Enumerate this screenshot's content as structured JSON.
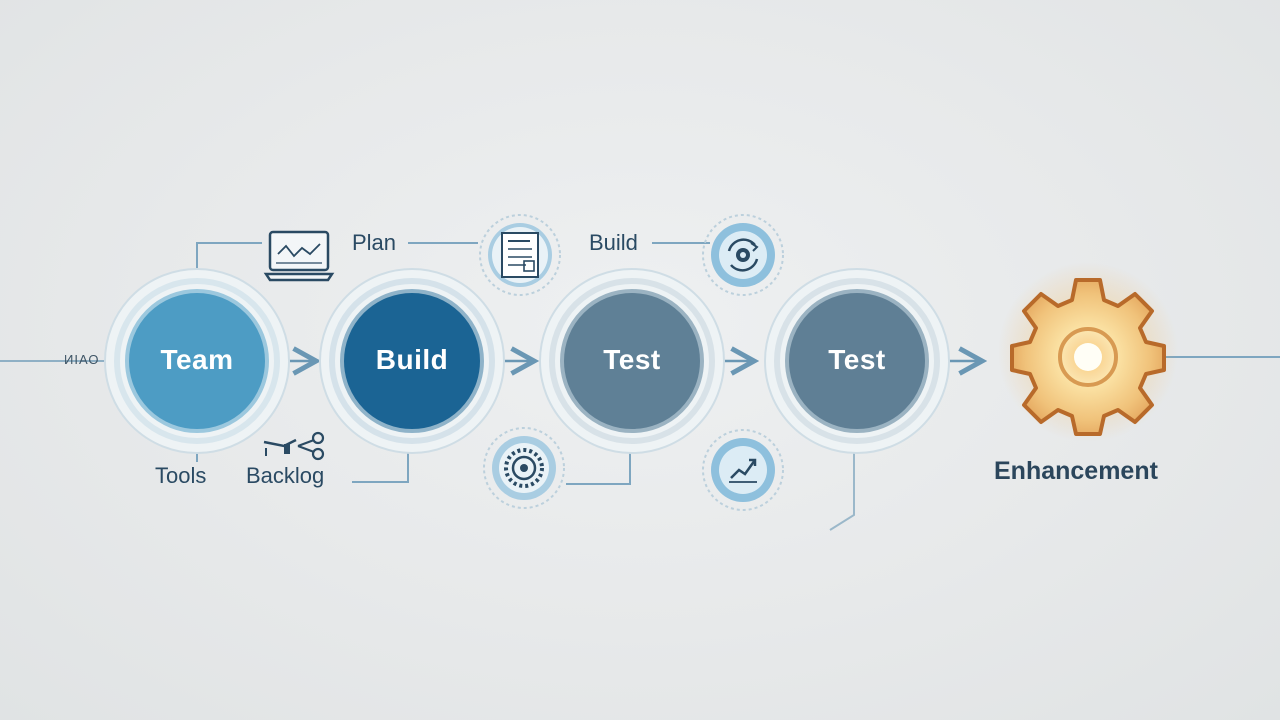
{
  "flow": {
    "start_label": "ИІАО",
    "nodes": [
      {
        "label": "Team",
        "color": "#4d9cc4",
        "ring": "#d9e8ef"
      },
      {
        "label": "Build",
        "color": "#1b6494",
        "ring": "#d5e2ea"
      },
      {
        "label": "Test",
        "color": "#5f8096",
        "ring": "#d8e2e8"
      },
      {
        "label": "Test",
        "color": "#5f7f95",
        "ring": "#d8e2e8"
      }
    ],
    "end_label": "Enhancement"
  },
  "annotations": {
    "plan": "Plan",
    "build": "Build",
    "tools": "Tools",
    "backlog": "Backlog"
  },
  "icons": [
    "laptop-icon",
    "document-icon",
    "gear-sync-icon",
    "circular-gear-icon",
    "chart-up-icon",
    "scissors-tools-icon",
    "glowing-gear-icon"
  ],
  "colors": {
    "line": "#6a97b4",
    "text": "#2a4a63",
    "glow": "#f4b24a",
    "gear_outline": "#d07a2a"
  }
}
